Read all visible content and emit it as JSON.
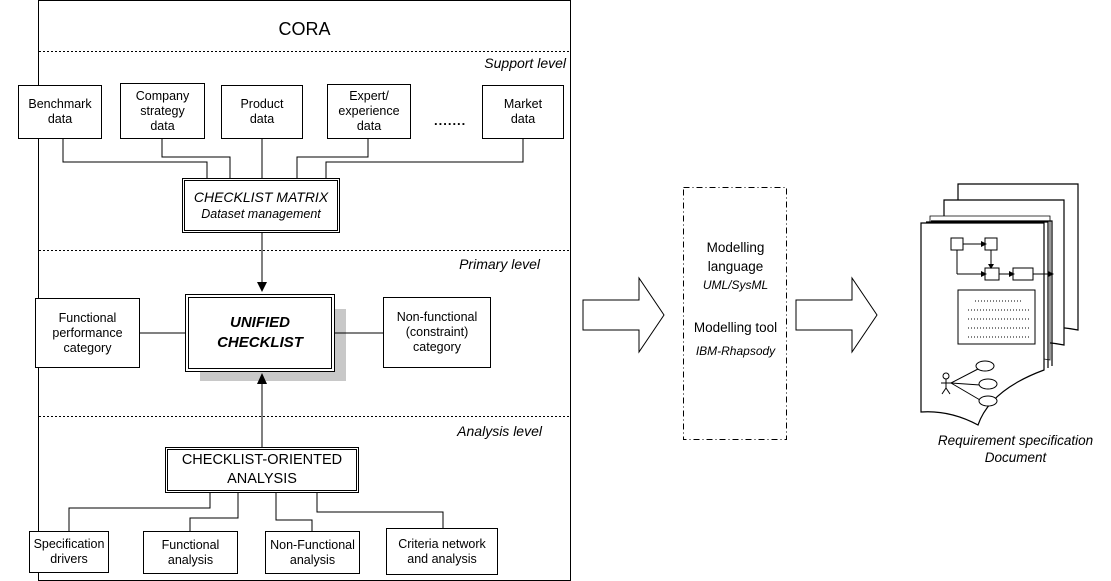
{
  "cora_title": "CORA",
  "levels": {
    "support": "Support level",
    "primary": "Primary level",
    "analysis": "Analysis level"
  },
  "support_sources": [
    "Benchmark\ndata",
    "Company\nstrategy\ndata",
    "Product\ndata",
    "Expert/\nexperience\ndata",
    "Market\ndata"
  ],
  "ellipsis": ".......",
  "checklist_matrix": {
    "title": "CHECKLIST MATRIX",
    "subtitle": "Dataset management"
  },
  "unified_checklist": "UNIFIED\nCHECKLIST",
  "functional_category": "Functional\nperformance\ncategory",
  "nonfunctional_category": "Non-functional\n(constraint)\ncategory",
  "checklist_analysis": "CHECKLIST-ORIENTED\nANALYSIS",
  "analysis_items": [
    "Specification\ndrivers",
    "Functional\nanalysis",
    "Non-Functional\nanalysis",
    "Criteria network\nand analysis"
  ],
  "modelling": {
    "language_label": "Modelling\nlanguage",
    "language": "UML/SysML",
    "tool_label": "Modelling tool",
    "tool": "IBM-Rhapsody"
  },
  "output_document": "Requirement specification\nDocument"
}
